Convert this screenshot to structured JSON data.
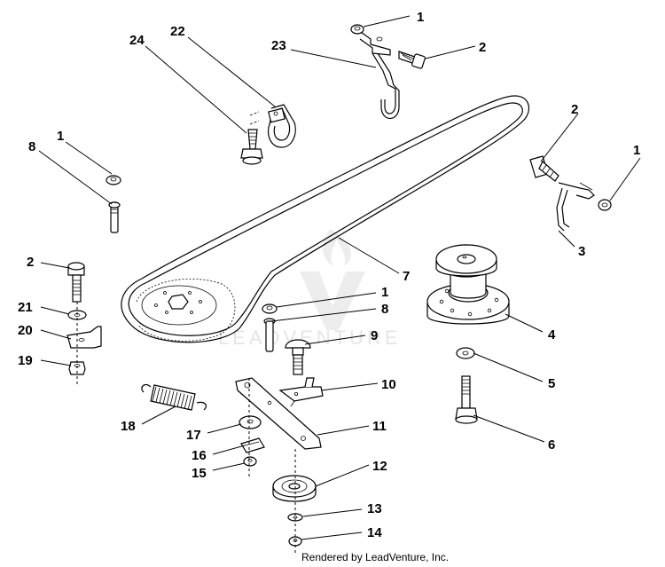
{
  "diagram": {
    "footer": "Rendered by LeadVenture, Inc.",
    "watermark": "LEADVENTURE",
    "callouts": [
      {
        "id": "c-1a",
        "text": "1"
      },
      {
        "id": "c-2a",
        "text": "2"
      },
      {
        "id": "c-23",
        "text": "23"
      },
      {
        "id": "c-24",
        "text": "24"
      },
      {
        "id": "c-22",
        "text": "22"
      },
      {
        "id": "c-1b",
        "text": "1"
      },
      {
        "id": "c-8a",
        "text": "8"
      },
      {
        "id": "c-2b",
        "text": "2"
      },
      {
        "id": "c-1c",
        "text": "1"
      },
      {
        "id": "c-3",
        "text": "3"
      },
      {
        "id": "c-2c",
        "text": "2"
      },
      {
        "id": "c-21",
        "text": "21"
      },
      {
        "id": "c-20",
        "text": "20"
      },
      {
        "id": "c-19",
        "text": "19"
      },
      {
        "id": "c-7",
        "text": "7"
      },
      {
        "id": "c-4",
        "text": "4"
      },
      {
        "id": "c-1d",
        "text": "1"
      },
      {
        "id": "c-8b",
        "text": "8"
      },
      {
        "id": "c-9",
        "text": "9"
      },
      {
        "id": "c-5",
        "text": "5"
      },
      {
        "id": "c-10",
        "text": "10"
      },
      {
        "id": "c-6",
        "text": "6"
      },
      {
        "id": "c-18",
        "text": "18"
      },
      {
        "id": "c-11",
        "text": "11"
      },
      {
        "id": "c-17",
        "text": "17"
      },
      {
        "id": "c-16",
        "text": "16"
      },
      {
        "id": "c-15",
        "text": "15"
      },
      {
        "id": "c-12",
        "text": "12"
      },
      {
        "id": "c-13",
        "text": "13"
      },
      {
        "id": "c-14",
        "text": "14"
      }
    ]
  }
}
